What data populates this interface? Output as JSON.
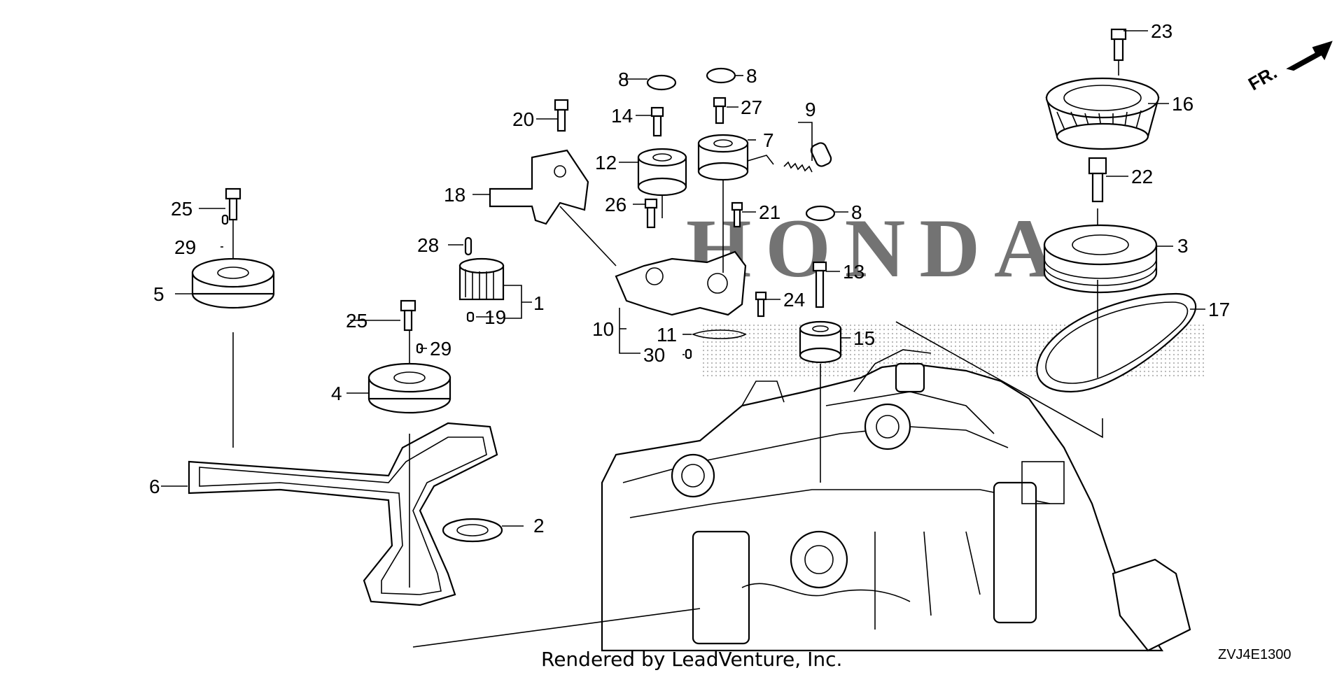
{
  "diagram": {
    "callouts": [
      {
        "id": "c1",
        "label": "1"
      },
      {
        "id": "c2",
        "label": "2"
      },
      {
        "id": "c3",
        "label": "3"
      },
      {
        "id": "c4",
        "label": "4"
      },
      {
        "id": "c5",
        "label": "5"
      },
      {
        "id": "c6",
        "label": "6"
      },
      {
        "id": "c7",
        "label": "7"
      },
      {
        "id": "c8a",
        "label": "8"
      },
      {
        "id": "c8b",
        "label": "8"
      },
      {
        "id": "c8c",
        "label": "8"
      },
      {
        "id": "c9",
        "label": "9"
      },
      {
        "id": "c10",
        "label": "10"
      },
      {
        "id": "c11",
        "label": "11"
      },
      {
        "id": "c12",
        "label": "12"
      },
      {
        "id": "c13",
        "label": "13"
      },
      {
        "id": "c14",
        "label": "14"
      },
      {
        "id": "c15",
        "label": "15"
      },
      {
        "id": "c16",
        "label": "16"
      },
      {
        "id": "c17",
        "label": "17"
      },
      {
        "id": "c18",
        "label": "18"
      },
      {
        "id": "c19",
        "label": "19"
      },
      {
        "id": "c20",
        "label": "20"
      },
      {
        "id": "c21",
        "label": "21"
      },
      {
        "id": "c22",
        "label": "22"
      },
      {
        "id": "c23",
        "label": "23"
      },
      {
        "id": "c24",
        "label": "24"
      },
      {
        "id": "c25a",
        "label": "25"
      },
      {
        "id": "c25b",
        "label": "25"
      },
      {
        "id": "c26",
        "label": "26"
      },
      {
        "id": "c27",
        "label": "27"
      },
      {
        "id": "c28",
        "label": "28"
      },
      {
        "id": "c29a",
        "label": "29"
      },
      {
        "id": "c29b",
        "label": "29"
      },
      {
        "id": "c30",
        "label": "30"
      }
    ],
    "direction_label": "FR.",
    "watermark_text": "HONDA",
    "credit": "Rendered by LeadVenture, Inc.",
    "diagram_code": "ZVJ4E1300"
  }
}
